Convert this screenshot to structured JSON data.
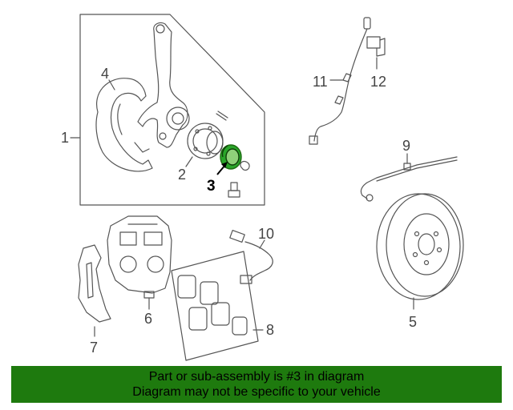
{
  "labels": {
    "l1": "1",
    "l2": "2",
    "l3": "3",
    "l4": "4",
    "l5": "5",
    "l6": "6",
    "l7": "7",
    "l8": "8",
    "l9": "9",
    "l10": "10",
    "l11": "11",
    "l12": "12"
  },
  "highlighted_part": "3",
  "banner": {
    "line1": "Part or sub-assembly is #3 in diagram",
    "line2": "Diagram may not be specific to your vehicle",
    "color": "#1e7a0e"
  },
  "accent_colors": {
    "highlight": "#1e8a1e",
    "line": "#555555"
  }
}
